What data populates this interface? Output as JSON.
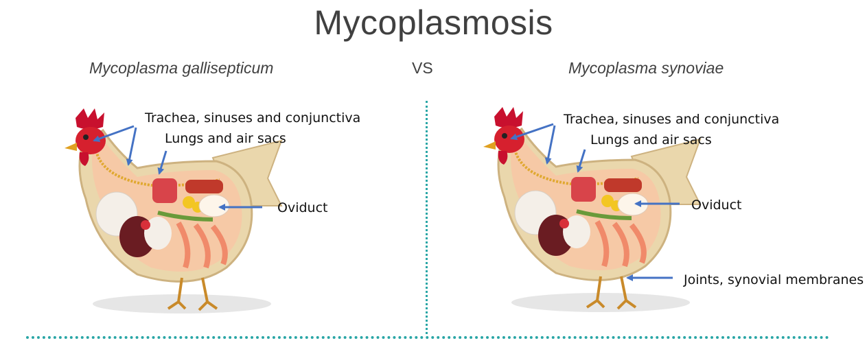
{
  "title": "Mycoplasmosis",
  "left": {
    "subtitle": "Mycoplasma gallisepticum",
    "labels": {
      "trachea": "Trachea, sinuses and conjunctiva",
      "lungs": "Lungs and air sacs",
      "oviduct": "Oviduct"
    }
  },
  "vs": "VS",
  "right": {
    "subtitle": "Mycoplasma synoviae",
    "labels": {
      "trachea": "Trachea, sinuses and conjunctiva",
      "lungs": "Lungs and air sacs",
      "oviduct": "Oviduct",
      "joints": "Joints, synovial membranes"
    }
  },
  "colors": {
    "arrow": "#4472c4",
    "divider": "#2aa6a6",
    "comb": "#c8102e",
    "feather": "#e9d3a8",
    "body_cavity": "#f6c9a6"
  }
}
